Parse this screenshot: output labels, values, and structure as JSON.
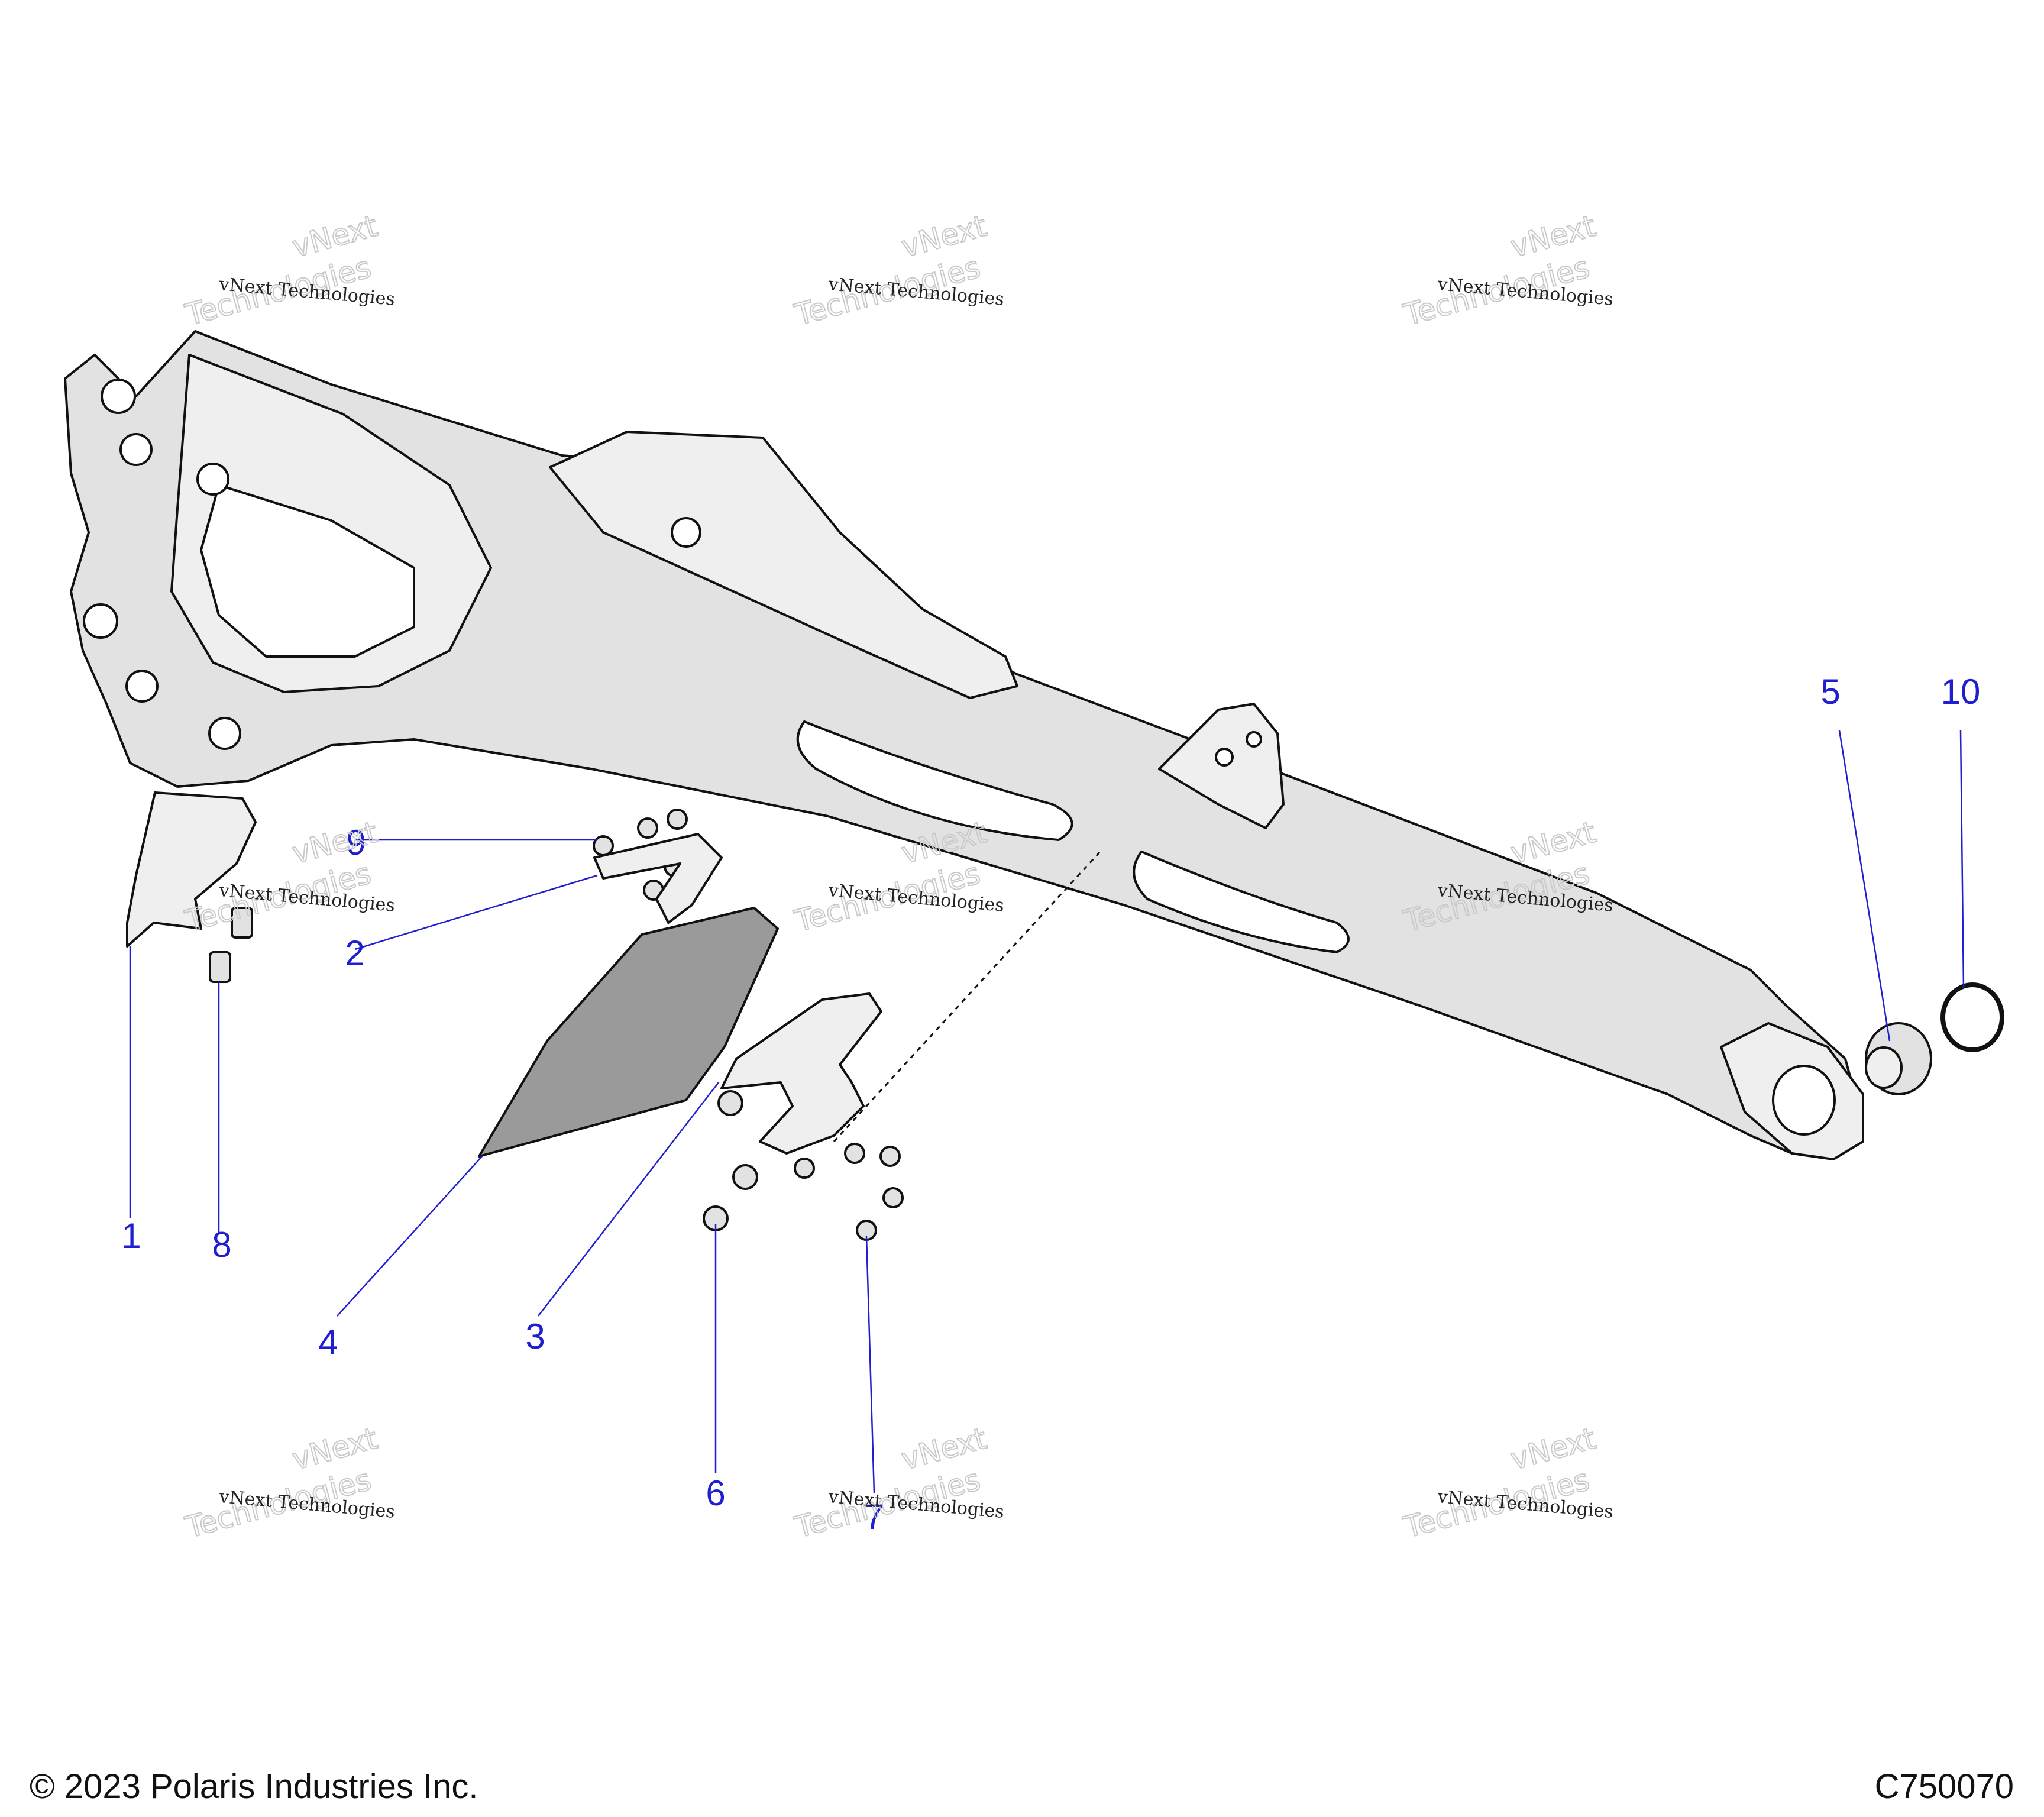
{
  "callouts": [
    "1",
    "2",
    "3",
    "4",
    "5",
    "6",
    "7",
    "8",
    "9",
    "10"
  ],
  "watermark": {
    "line1": "vNext Technologies",
    "line2": "vNext",
    "line3": "Technologies"
  },
  "footer": {
    "copyright": "© 2023 Polaris Industries Inc.",
    "diagram_code": "C750070"
  },
  "colors": {
    "callout": "#1f1fd0",
    "part_fill": "#e2e2e2",
    "mud_flap_fill": "#9a9a9a"
  }
}
